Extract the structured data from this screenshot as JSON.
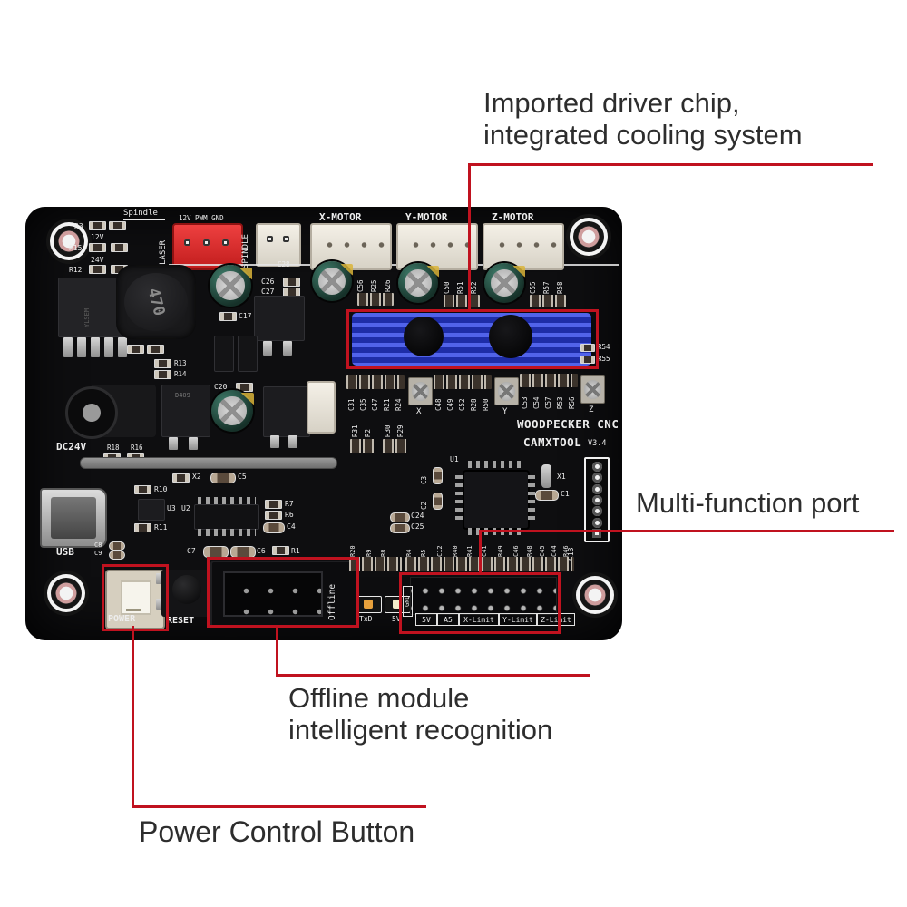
{
  "colors": {
    "annotation_red": "#c0121f",
    "heatsink_blue": "#2c3cc8",
    "connector_red": "#d9272c",
    "pcb_black": "#0e0e10",
    "silkscreen_white": "#ededed"
  },
  "annotations": {
    "driver": {
      "line1": "Imported driver chip,",
      "line2": "integrated cooling system"
    },
    "port": {
      "label": "Multi-function port"
    },
    "offline": {
      "line1": "Offline module",
      "line2": "intelligent recognition"
    },
    "power": {
      "label": "Power Control Button"
    }
  },
  "board": {
    "brand1": "WOODPECKER CNC",
    "brand2": "CAMXTOOL",
    "brand_ver": "V3.4",
    "spindle_group": "Spindle",
    "r3": "R3",
    "v12": "12V",
    "r15": "R15",
    "v24": "24V",
    "r12": "R12",
    "laser": "LASER",
    "pwm": "12V PWM GND",
    "spindle": "SPINDLE",
    "c28": "C28",
    "motors": [
      "X-MOTOR",
      "Y-MOTOR",
      "Z-MOTOR"
    ],
    "motor_refs": [
      [
        "C56",
        "R25",
        "R26"
      ],
      [
        "C50",
        "R51",
        "R52"
      ],
      [
        "C55",
        "R57",
        "R58"
      ]
    ],
    "inductor": "470",
    "regulator": "YLSEM",
    "mosfet": "D409",
    "c26": "C26",
    "c27": "C27",
    "c17": "C17",
    "c20": "C20",
    "r13": "R13",
    "r14": "R14",
    "r54": "R54",
    "r55": "R55",
    "dc": "DC24V",
    "r18": "R18",
    "r16": "R16",
    "mid_refs": [
      "R31",
      "R2",
      "R30",
      "R29"
    ],
    "trim_cols": [
      [
        "C31",
        "C35",
        "C47",
        "R21",
        "R24"
      ],
      [
        "C48",
        "C49",
        "C52",
        "R28",
        "R50"
      ],
      [
        "C53",
        "C54",
        "C57",
        "R53",
        "R56"
      ]
    ],
    "trims": [
      "X",
      "Y",
      "Z"
    ],
    "u1": "U1",
    "x1": "X1",
    "c1": "C1",
    "c2": "C2",
    "c3": "C3",
    "c24": "C24",
    "c25": "C25",
    "x2": "X2",
    "c5": "C5",
    "r10": "R10",
    "u3": "U3",
    "u2": "U2",
    "r11": "R11",
    "r7": "R7",
    "r6": "R6",
    "c4": "C4",
    "usb": "USB",
    "c8": "C8",
    "c9": "C9",
    "c7": "C7",
    "c6": "C6",
    "r1": "R1",
    "power_btn": "POWER",
    "reset_btn": "RESET",
    "offline_lbl": "Offline",
    "txd": "TxD",
    "v5led": "5V",
    "bottom_refs": [
      "R20",
      "R9",
      "R8",
      "R4",
      "R5",
      "C12",
      "R40",
      "R41",
      "C41",
      "R49",
      "C46",
      "R48",
      "C45",
      "C44",
      "R46"
    ],
    "gnd": "GND",
    "header_labels": [
      "5V",
      "A5",
      "X-Limit",
      "Y-Limit",
      "Z-Limit"
    ],
    "c13": "C13"
  }
}
